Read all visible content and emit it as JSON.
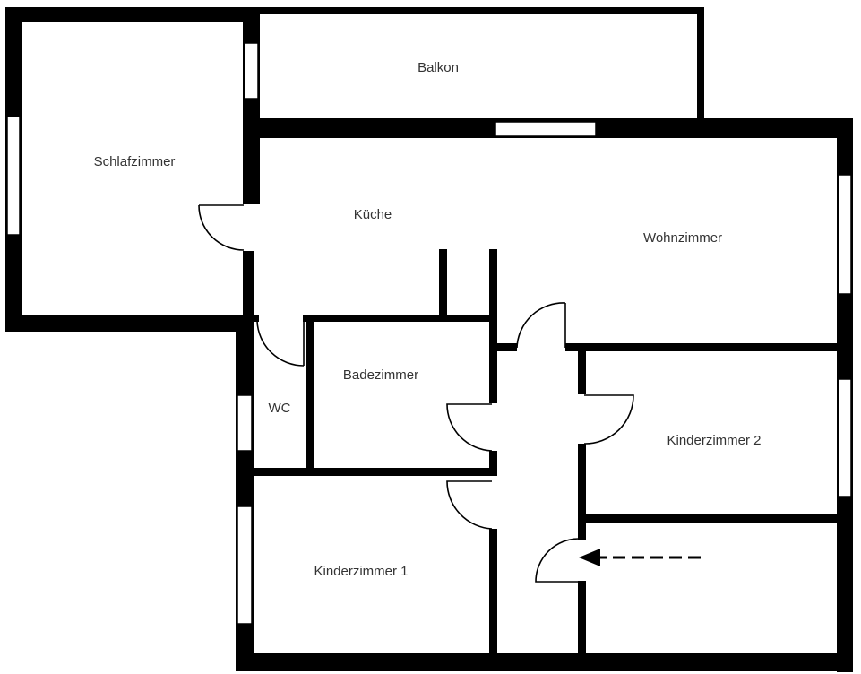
{
  "rooms": {
    "balkon": "Balkon",
    "schlafzimmer": "Schlafzimmer",
    "kueche": "Küche",
    "wohnzimmer": "Wohnzimmer",
    "badezimmer": "Badezimmer",
    "wc": "WC",
    "kinderzimmer_1": "Kinderzimmer 1",
    "kinderzimmer_2": "Kinderzimmer 2"
  },
  "colors": {
    "wall": "#000000",
    "background": "#ffffff",
    "label": "#333333"
  }
}
